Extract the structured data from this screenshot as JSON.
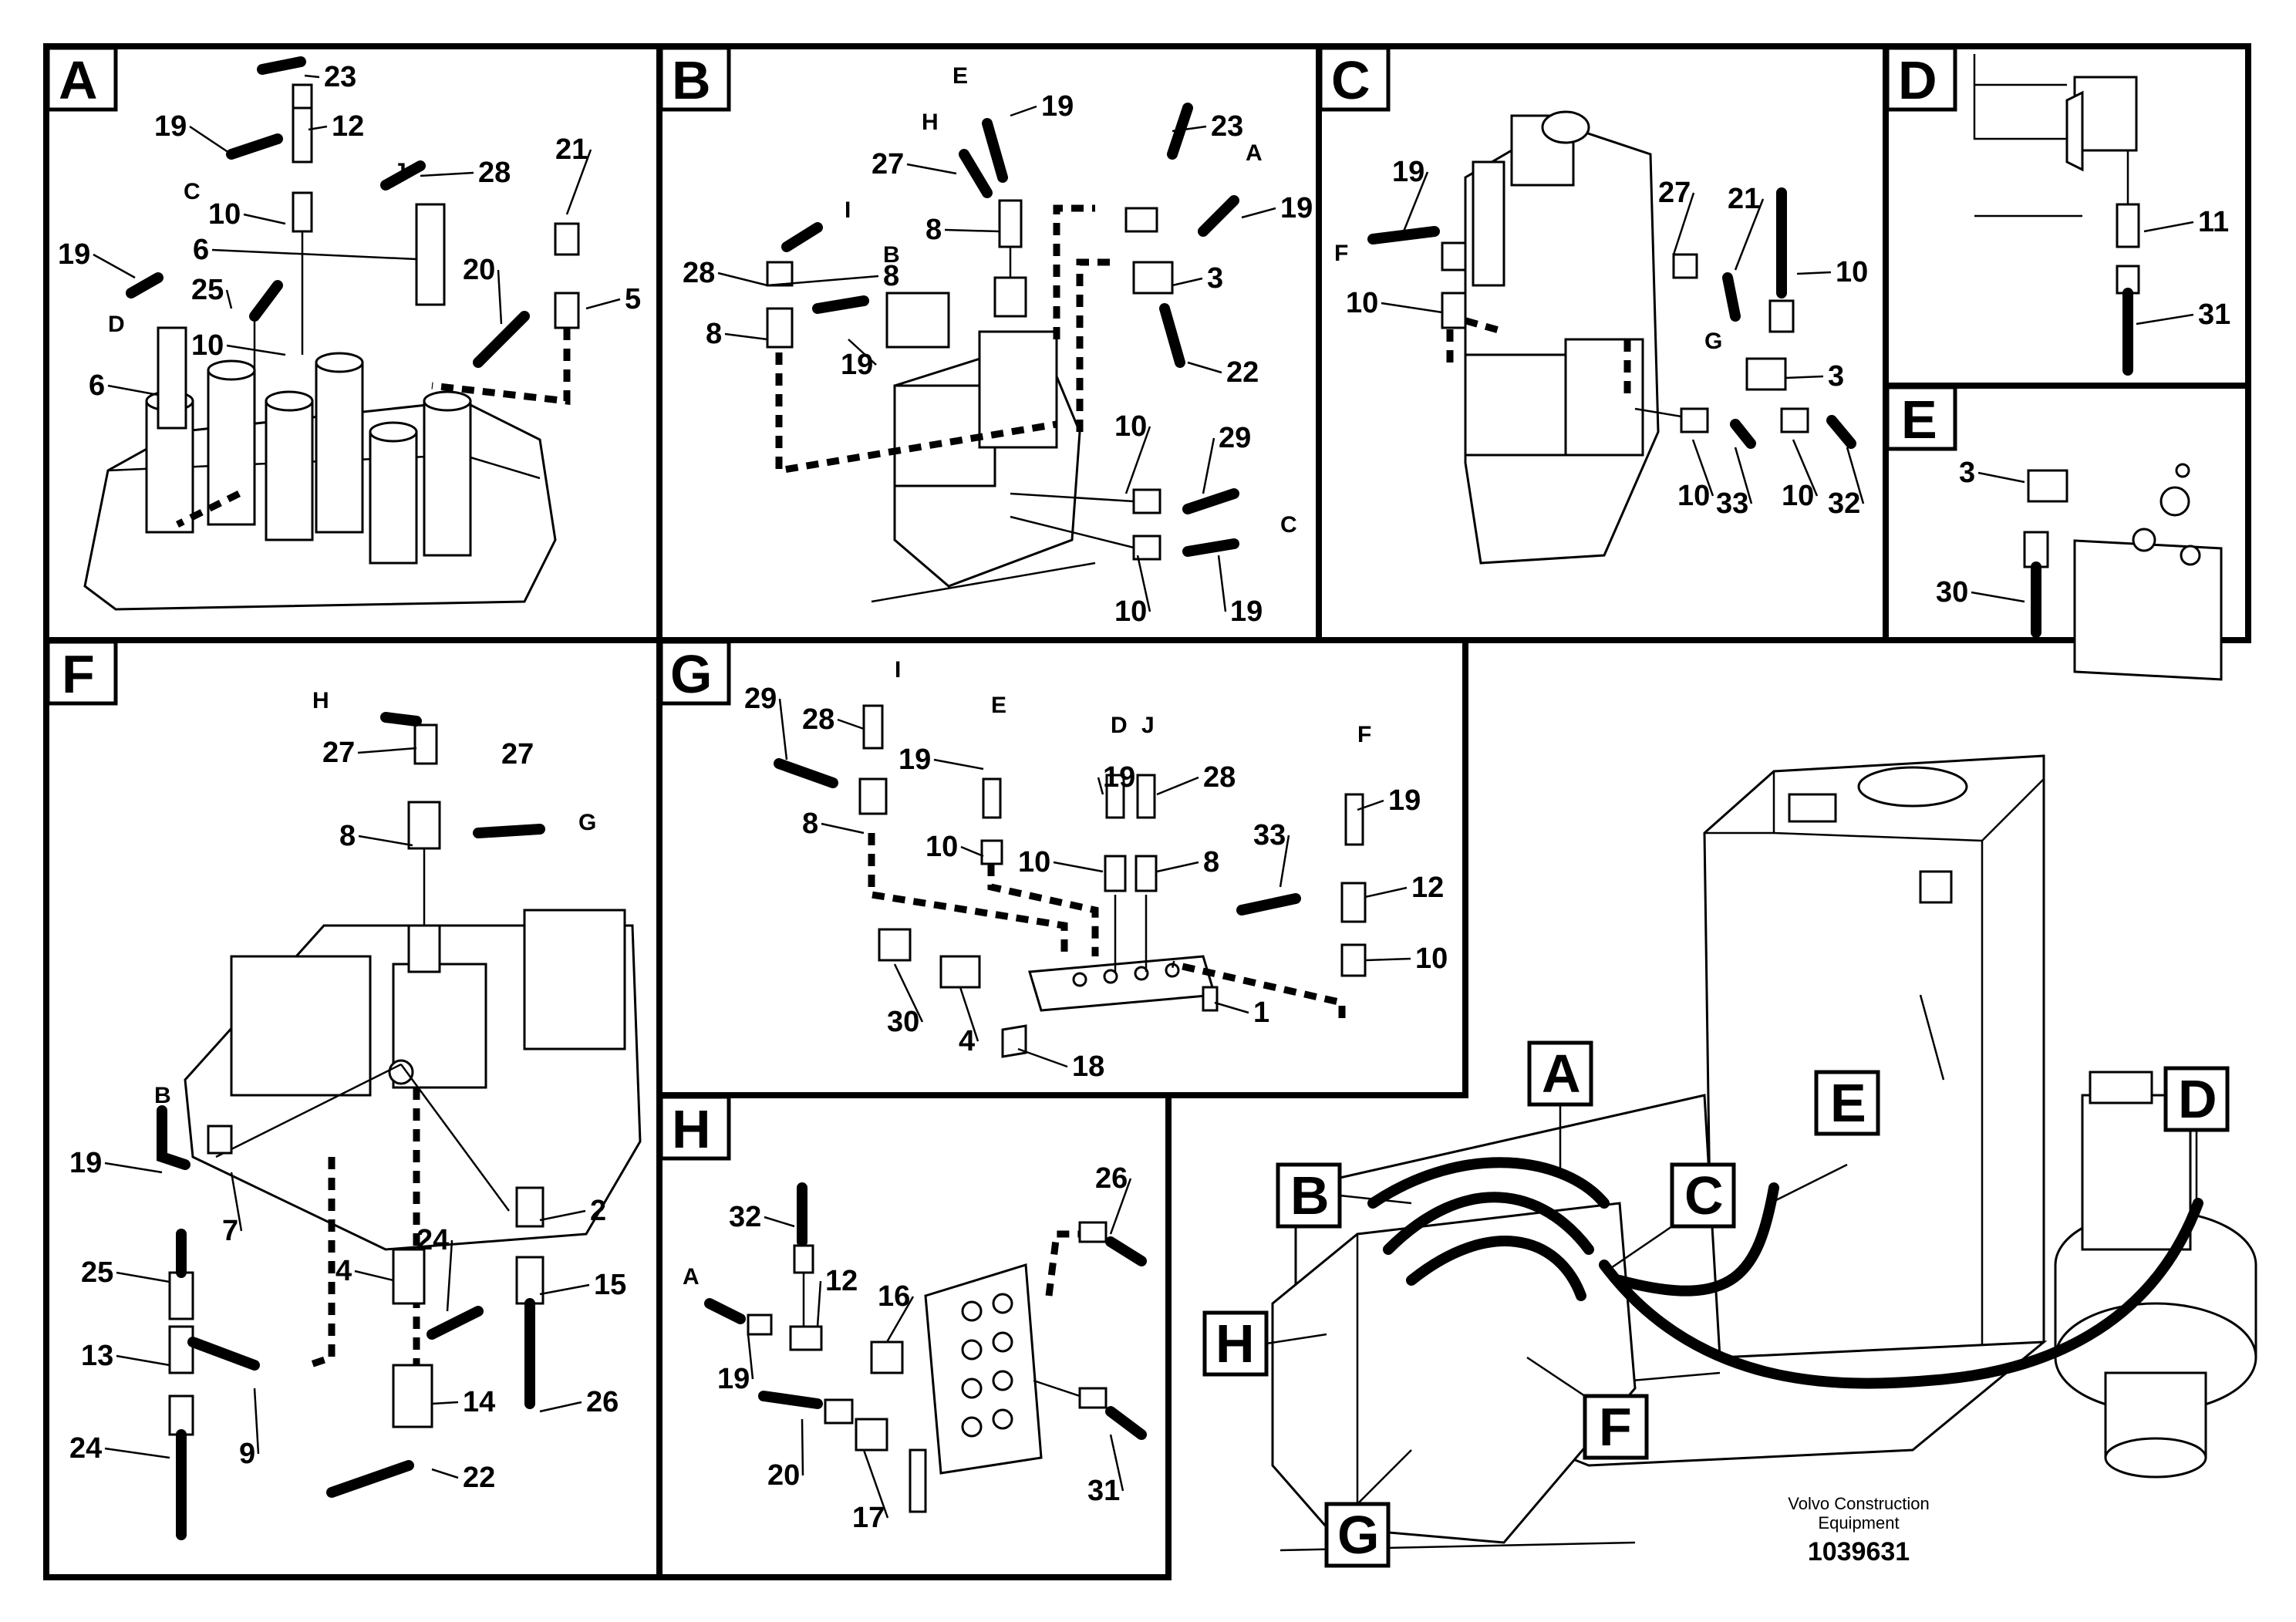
{
  "panels": {
    "A": {
      "tag": "A",
      "labels": [
        "23",
        "12",
        "19",
        "C",
        "28",
        "J",
        "21",
        "10",
        "6",
        "20",
        "5",
        "19",
        "D",
        "25",
        "10",
        "6"
      ]
    },
    "B": {
      "tag": "B",
      "labels": [
        "E",
        "19",
        "H",
        "23",
        "A",
        "27",
        "8",
        "19",
        "I",
        "8",
        "28",
        "B",
        "3",
        "8",
        "19",
        "22",
        "10",
        "29",
        "C",
        "10",
        "19"
      ]
    },
    "C": {
      "tag": "C",
      "labels": [
        "19",
        "F",
        "10",
        "27",
        "21",
        "10",
        "G",
        "3",
        "10",
        "33",
        "10",
        "32"
      ]
    },
    "D": {
      "tag": "D",
      "labels": [
        "11",
        "31"
      ]
    },
    "E": {
      "tag": "E",
      "labels": [
        "3",
        "30"
      ]
    },
    "F": {
      "tag": "F",
      "labels": [
        "H",
        "27",
        "27",
        "G",
        "8",
        "B",
        "19",
        "7",
        "2",
        "24",
        "4",
        "15",
        "25",
        "13",
        "9",
        "14",
        "26",
        "24",
        "22"
      ]
    },
    "G": {
      "tag": "G",
      "labels": [
        "I",
        "29",
        "28",
        "E",
        "D",
        "J",
        "F",
        "19",
        "19",
        "28",
        "19",
        "8",
        "10",
        "10",
        "8",
        "33",
        "12",
        "10",
        "30",
        "4",
        "18",
        "1"
      ]
    },
    "H": {
      "tag": "H",
      "labels": [
        "32",
        "26",
        "A",
        "12",
        "16",
        "19",
        "20",
        "17",
        "31"
      ]
    }
  },
  "overview_tags": [
    "A",
    "B",
    "C",
    "D",
    "E",
    "F",
    "G",
    "H"
  ],
  "footer": {
    "company": "Volvo Construction",
    "company2": "Equipment",
    "drawing_number": "1039631"
  }
}
